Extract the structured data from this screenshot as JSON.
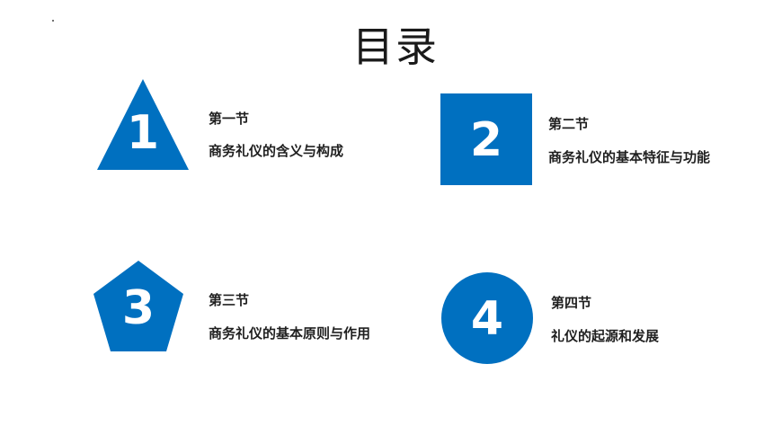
{
  "title": "目录",
  "accent_color": "#0070c0",
  "sections": [
    {
      "number": "1",
      "shape": "triangle",
      "heading": "第一节",
      "subtitle": "商务礼仪的含义与构成"
    },
    {
      "number": "2",
      "shape": "square",
      "heading": "第二节",
      "subtitle": "商务礼仪的基本特征与功能"
    },
    {
      "number": "3",
      "shape": "pentagon",
      "heading": "第三节",
      "subtitle": "商务礼仪的基本原则与作用"
    },
    {
      "number": "4",
      "shape": "circle",
      "heading": "第四节",
      "subtitle": "礼仪的起源和发展"
    }
  ]
}
